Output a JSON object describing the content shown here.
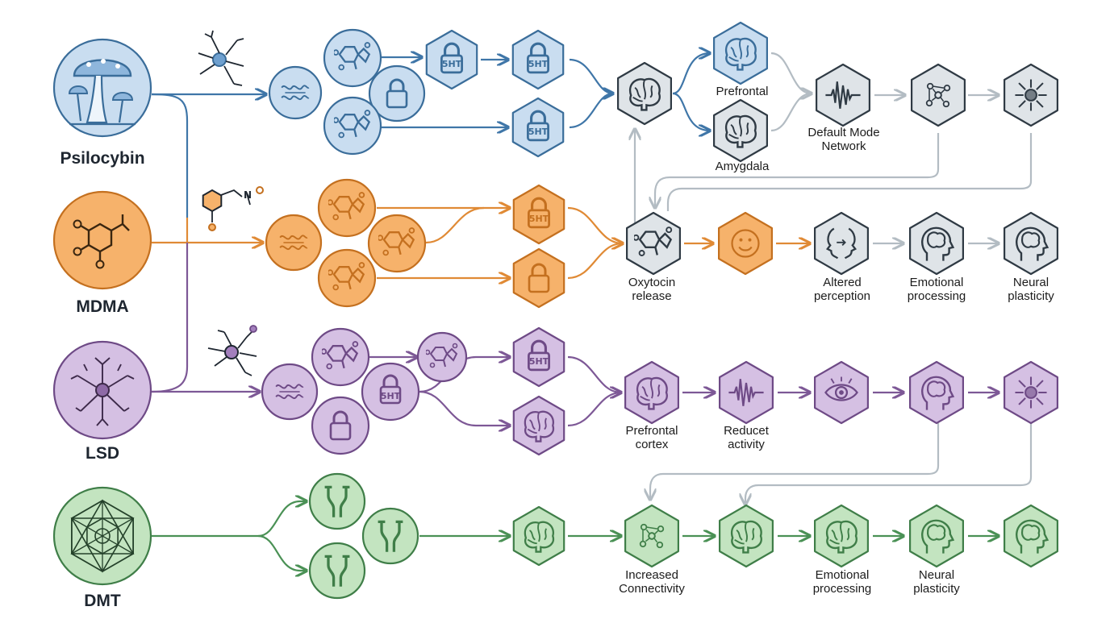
{
  "colors": {
    "psilocybin": {
      "stroke": "#3a6d9a",
      "fill": "#c9ddf0",
      "line": "#3f76a8"
    },
    "mdma": {
      "stroke": "#c4701f",
      "fill": "#f6b26b",
      "line": "#e08a35"
    },
    "lsd": {
      "stroke": "#6e4a86",
      "fill": "#d5c0e3",
      "line": "#7d5896"
    },
    "dmt": {
      "stroke": "#3f7e48",
      "fill": "#c3e4c0",
      "line": "#4a9155"
    },
    "neutral": {
      "stroke": "#2f3a44",
      "fill": "#dfe4e8",
      "line": "#b3bcc3"
    }
  },
  "drugs": {
    "psilocybin": "Psilocybin",
    "mdma": "MDMA",
    "lsd": "LSD",
    "dmt": "DMT"
  },
  "receptor_label": "5HT",
  "psilocybin_row": {
    "prefrontal": "Prefrontal",
    "amygdala": "Amygdala",
    "dmn_line1": "Default Mode",
    "dmn_line2": "Network"
  },
  "mdma_row": {
    "oxytocin_line1": "Oxytocin",
    "oxytocin_line2": "release",
    "altered_line1": "Altered",
    "altered_line2": "perception",
    "emotional_line1": "Emotional",
    "emotional_line2": "processing",
    "neural_line1": "Neural",
    "neural_line2": "plasticity"
  },
  "lsd_row": {
    "prefrontal_line1": "Prefrontal",
    "prefrontal_line2": "cortex",
    "reducet_line1": "Reducet",
    "reducet_line2": "activity"
  },
  "dmt_row": {
    "increased_line1": "Increased",
    "increased_line2": "Connectivity",
    "emotional_line1": "Emotional",
    "emotional_line2": "processing",
    "neural_line1": "Neural",
    "neural_line2": "plasticity"
  },
  "icons": {
    "psilocybin": "mushroom-icon",
    "mdma": "molecule-icon",
    "lsd": "neuron-icon",
    "dmt": "sacred-geometry-icon",
    "receptor": "lock-icon",
    "brain": "brain-icon",
    "head": "head-brain-icon",
    "wave": "waveform-icon",
    "network": "network-icon",
    "eye": "eye-icon",
    "smile": "smile-icon",
    "faces": "faces-icon",
    "y_receptor": "y-receptor-icon"
  }
}
